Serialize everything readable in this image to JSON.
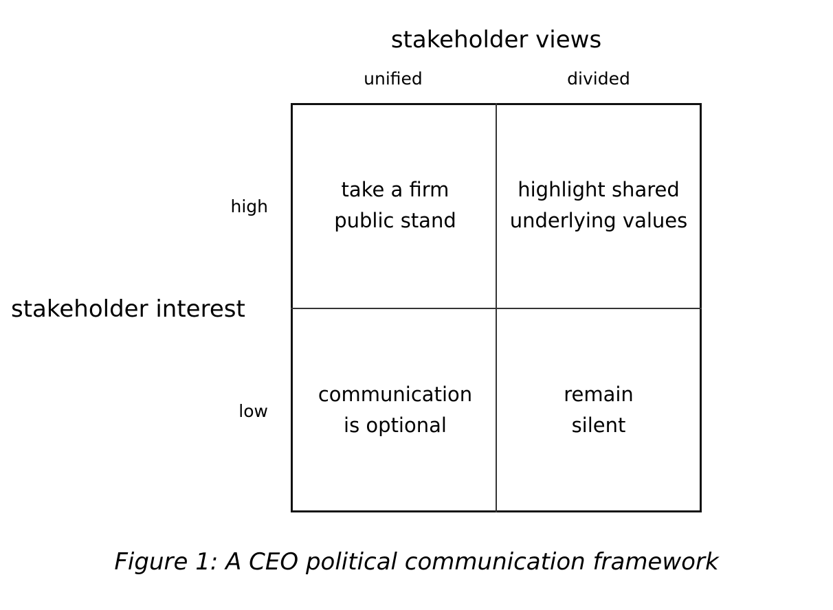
{
  "columns": {
    "title": "stakeholder views",
    "labels": [
      "unified",
      "divided"
    ]
  },
  "rows": {
    "title": "stakeholder interest",
    "labels": [
      "high",
      "low"
    ]
  },
  "cells": {
    "high_unified": "take a firm\npublic stand",
    "high_divided": "highlight shared\nunderlying values",
    "low_unified": "communication\nis optional",
    "low_divided": "remain\nsilent"
  },
  "caption": "Figure 1: A CEO political communication framework"
}
